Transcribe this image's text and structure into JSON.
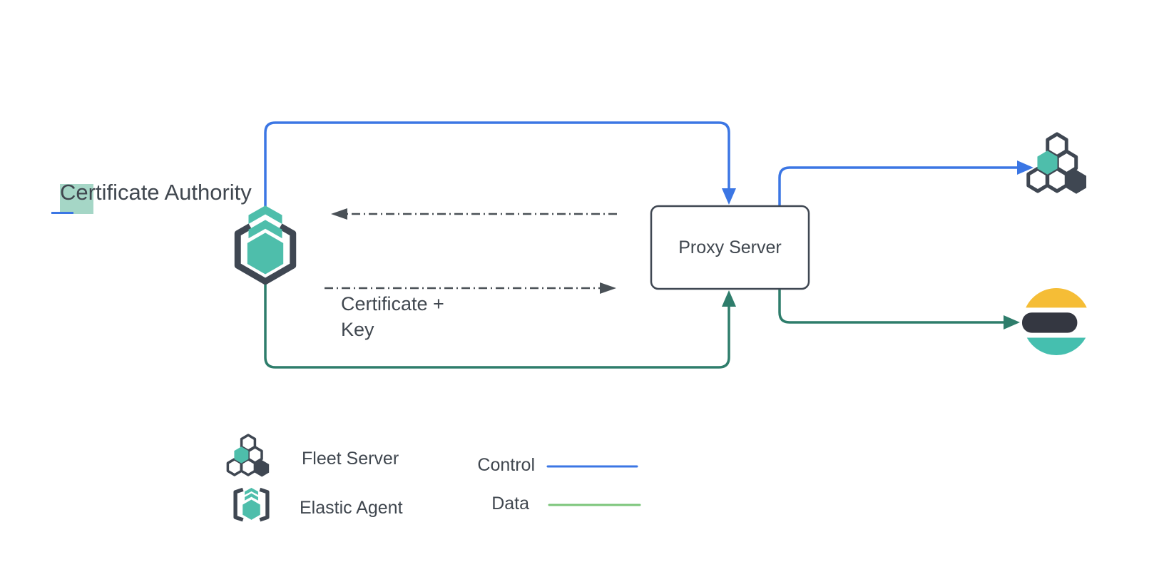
{
  "canvas": {
    "certificate_authority": {
      "selected_char": "C",
      "rest_text": "ertificate Authority"
    },
    "proxy_server": {
      "label": "Proxy Server"
    },
    "certificate_key_label": {
      "line1": "Certificate +",
      "line2": "Key"
    }
  },
  "nodes": {
    "elastic_agent": "elastic-agent-icon",
    "fleet_server": "fleet-server-icon",
    "elasticsearch": "elasticsearch-icon"
  },
  "legend": {
    "items": [
      {
        "icon": "fleet-server-icon",
        "label": "Fleet Server"
      },
      {
        "icon": "elastic-agent-icon",
        "label": "Elastic Agent"
      }
    ],
    "lines": [
      {
        "label": "Control",
        "color": "#3B76E4"
      },
      {
        "label": "Data",
        "color": "#7CC57B"
      }
    ]
  },
  "colors": {
    "control": "#3B76E4",
    "data": "#2E7D6B",
    "data_legend": "#7CC57B",
    "dashed": "#4A5157",
    "outline": "#3F4752",
    "teal": "#4EBEAB",
    "es_yellow": "#F5BD36",
    "es_dark": "#343741",
    "es_teal": "#45BFAF",
    "selection_highlight": "#A5D6C6"
  }
}
